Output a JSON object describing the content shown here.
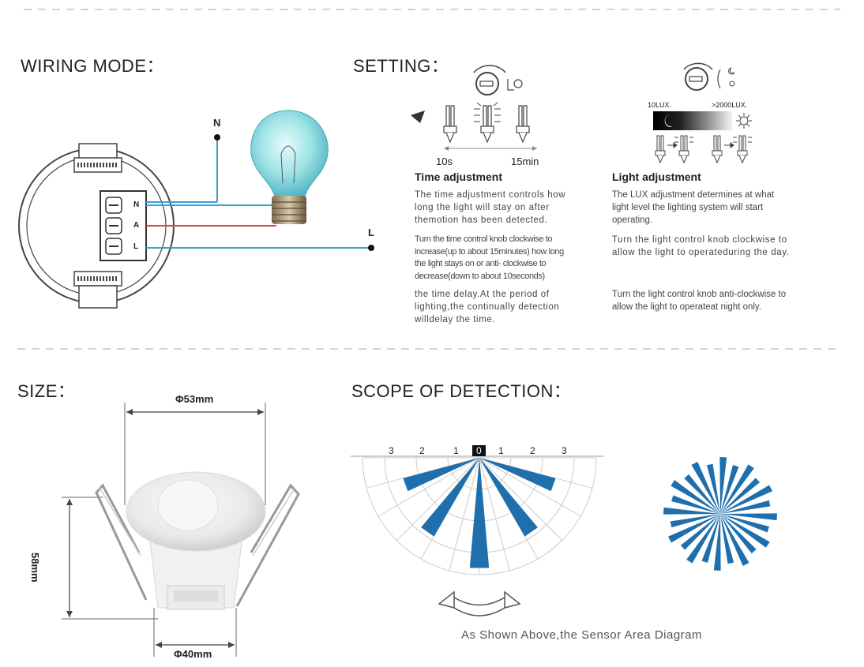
{
  "sections": {
    "wiring": {
      "title": "WIRING MODE："
    },
    "setting": {
      "title": "SETTING："
    },
    "size": {
      "title": "SIZE："
    },
    "scope": {
      "title": "SCOPE OF DETECTION："
    }
  },
  "wiring": {
    "terminal_labels": [
      "N",
      "A",
      "L"
    ],
    "wire_n_label": "N",
    "wire_l_label": "L",
    "colors": {
      "blue_wire": "#3a9fd6",
      "red_wire": "#d9434a"
    }
  },
  "time_adjustment": {
    "min_label": "10s",
    "max_label": "15min",
    "title": "Time adjustment",
    "para1": "The time adjustment controls how long the light will stay on after themotion has been detected.",
    "para2": "Turn the time control knob clockwise to increase(up to about 15minutes) how long the light stays on or anti- clockwise to decrease(down to about 10seconds)",
    "para3": "the time delay.At the period of lighting,the continually detection willdelay the time."
  },
  "light_adjustment": {
    "min_label": "10LUX.",
    "max_label": ">2000LUX.",
    "title": "Light adjustment",
    "para1": "The LUX adjustment determines at what light level the lighting system will start operating.",
    "para2": "Turn the light control knob clockwise to allow the light to operateduring the day.",
    "para3": "Turn the light control knob anti-clockwise to allow the light to operateat night only."
  },
  "size": {
    "diameter_top": "Φ53mm",
    "height": "58mm",
    "diameter_bottom": "Φ40mm"
  },
  "scope": {
    "scale_labels": [
      "3",
      "2",
      "1",
      "0",
      "1",
      "2",
      "3"
    ],
    "caption": "As Shown Above,the Sensor Area Diagram",
    "colors": {
      "beam": "#1f6fad"
    }
  }
}
